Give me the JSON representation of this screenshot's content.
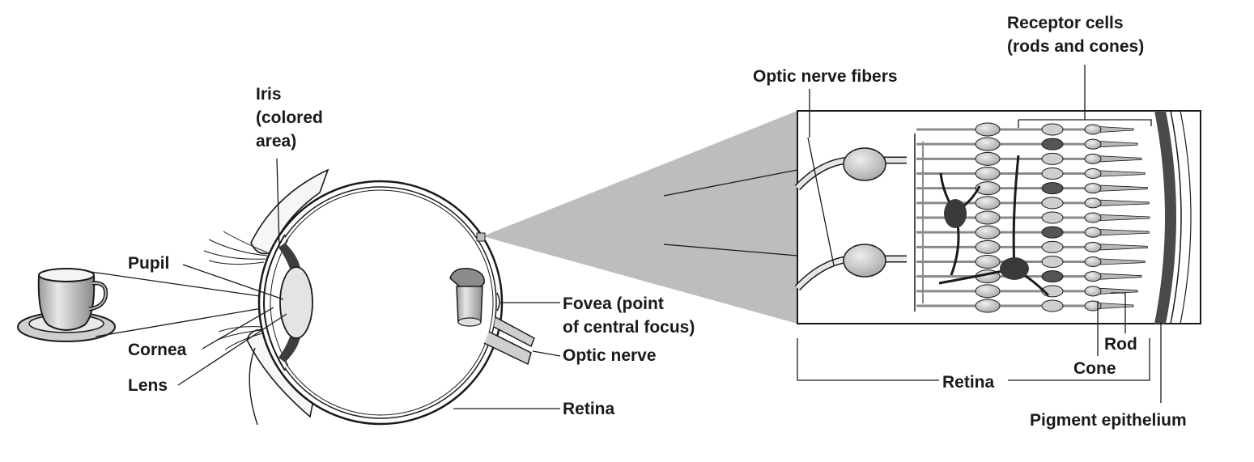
{
  "labels": {
    "iris": [
      "Iris",
      "(colored",
      "area)"
    ],
    "pupil": "Pupil",
    "cornea": "Cornea",
    "lens": "Lens",
    "fovea": [
      "Fovea (point",
      "of central focus)"
    ],
    "optic_nerve": "Optic nerve",
    "retina_eye": "Retina",
    "optic_nerve_fibers": "Optic nerve fibers",
    "receptor_cells": [
      "Receptor cells",
      "(rods and cones)"
    ],
    "rod": "Rod",
    "cone": "Cone",
    "retina_detail": "Retina",
    "pigment_epithelium": "Pigment epithelium"
  },
  "colors": {
    "line": "#1a1a1a",
    "tissue": "#d6d6d6",
    "tissue_dark": "#4a4a4a",
    "cell_light": "#cfcfcf",
    "cell_dark": "#555555",
    "projection": "#bdbdbd"
  },
  "icons": [
    "teacup-icon",
    "eyeball-icon",
    "retina-cells-icon"
  ]
}
